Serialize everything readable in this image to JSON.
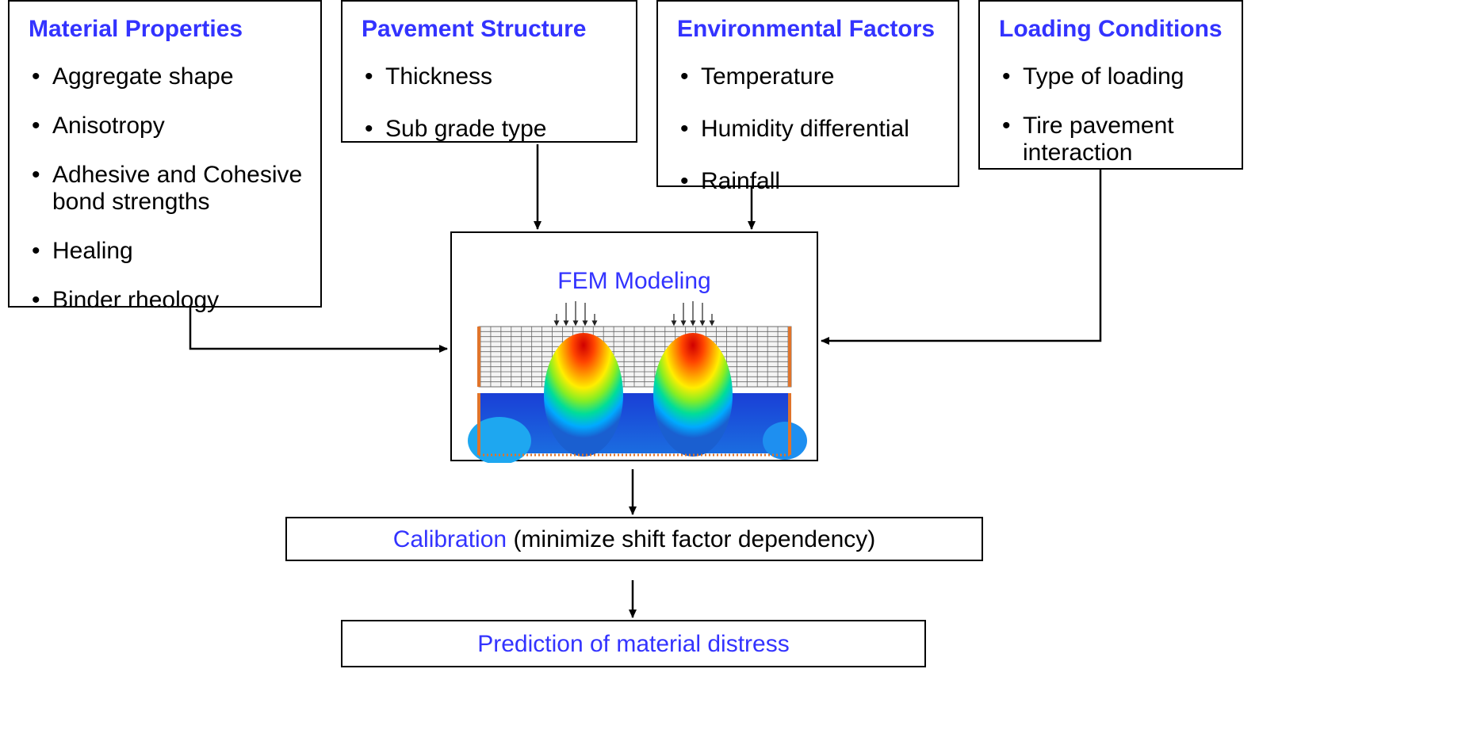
{
  "boxes": {
    "material": {
      "title": "Material Properties",
      "items": [
        "Aggregate shape",
        "Anisotropy",
        "Adhesive and Cohesive bond strengths",
        "Healing",
        "Binder rheology"
      ]
    },
    "pavement": {
      "title": "Pavement Structure",
      "items": [
        "Thickness",
        "Sub grade type"
      ]
    },
    "environment": {
      "title": "Environmental Factors",
      "items": [
        "Temperature",
        "Humidity differential",
        "Rainfall"
      ]
    },
    "loading": {
      "title": "Loading Conditions",
      "items": [
        "Type of loading",
        "Tire pavement interaction"
      ]
    }
  },
  "fem": {
    "title": "FEM Modeling"
  },
  "calibration": {
    "label": "Calibration",
    "detail": " (minimize shift factor dependency)"
  },
  "prediction": {
    "label": "Prediction of material distress"
  },
  "colors": {
    "accent": "#3333ff",
    "border": "#000000",
    "arrow": "#000000"
  }
}
